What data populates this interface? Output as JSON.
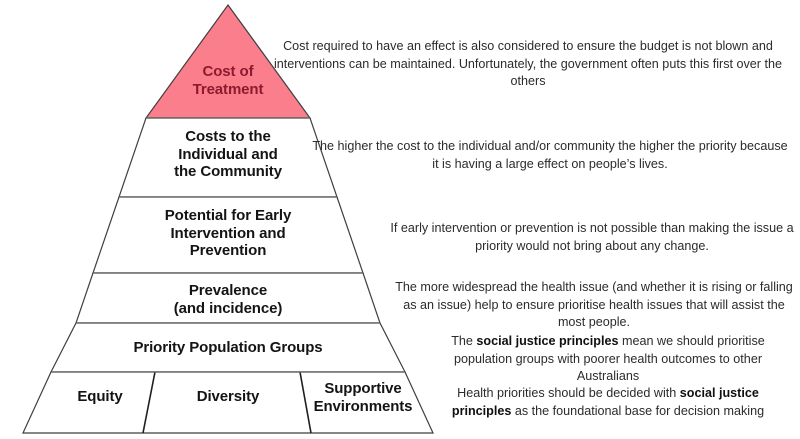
{
  "diagram": {
    "title": "Health Priority Pyramid",
    "colors": {
      "apex_fill": "#fb7e8c",
      "apex_text": "#8d1b2d",
      "outline": "#3f3f3f",
      "tier_text": "#141414",
      "description_text": "#2b2b2b",
      "background": "#ffffff"
    }
  },
  "pyramid": {
    "tiers": [
      {
        "id": "cost-of-treatment",
        "lines": [
          "Cost of",
          "Treatment"
        ],
        "highlighted": true
      },
      {
        "id": "costs-to-individual-community",
        "lines": [
          "Costs to the",
          "Individual and",
          "the Community"
        ],
        "highlighted": false
      },
      {
        "id": "potential-early-intervention-prevention",
        "lines": [
          "Potential for Early",
          "Intervention and",
          "Prevention"
        ],
        "highlighted": false
      },
      {
        "id": "prevalence",
        "lines": [
          "Prevalence",
          "(and incidence)"
        ],
        "highlighted": false
      },
      {
        "id": "priority-population-groups",
        "lines": [
          "Priority Population Groups"
        ],
        "highlighted": false
      }
    ],
    "base_cells": [
      {
        "id": "equity",
        "lines": [
          "Equity"
        ]
      },
      {
        "id": "diversity",
        "lines": [
          "Diversity"
        ]
      },
      {
        "id": "supportive-environments",
        "lines": [
          "Supportive",
          "Environments"
        ]
      }
    ]
  },
  "descriptions": [
    {
      "id": "desc-cost-of-treatment",
      "segments": [
        {
          "text": "Cost required to have an effect is also considered to ensure the budget is not blown and interventions can be maintained. Unfortunately, the government often puts this first over the others",
          "bold": false
        }
      ]
    },
    {
      "id": "desc-costs-to-individual-community",
      "segments": [
        {
          "text": "The higher the cost to the individual and/or community the higher the priority because it is having a large effect on people’s lives.",
          "bold": false
        }
      ]
    },
    {
      "id": "desc-potential-early-intervention",
      "segments": [
        {
          "text": "If early intervention or prevention is not possible than making the issue a priority would not bring about any change.",
          "bold": false
        }
      ]
    },
    {
      "id": "desc-prevalence",
      "segments": [
        {
          "text": "The more widespread the health issue (and whether it is rising or falling as an issue) help to ensure prioritise health issues that will assist the most people.",
          "bold": false
        }
      ]
    },
    {
      "id": "desc-priority-population-groups",
      "segments": [
        {
          "text": "The ",
          "bold": false
        },
        {
          "text": "social justice principles",
          "bold": true
        },
        {
          "text": " mean we should prioritise population groups with poorer health outcomes to other Australians",
          "bold": false
        }
      ]
    },
    {
      "id": "desc-base-social-justice",
      "segments": [
        {
          "text": "Health priorities should be decided with ",
          "bold": false
        },
        {
          "text": "social justice",
          "bold": true
        },
        {
          "text": " ",
          "bold": false
        },
        {
          "text": "principles",
          "bold": true
        },
        {
          "text": " as the foundational base for decision making",
          "bold": false
        }
      ]
    }
  ]
}
